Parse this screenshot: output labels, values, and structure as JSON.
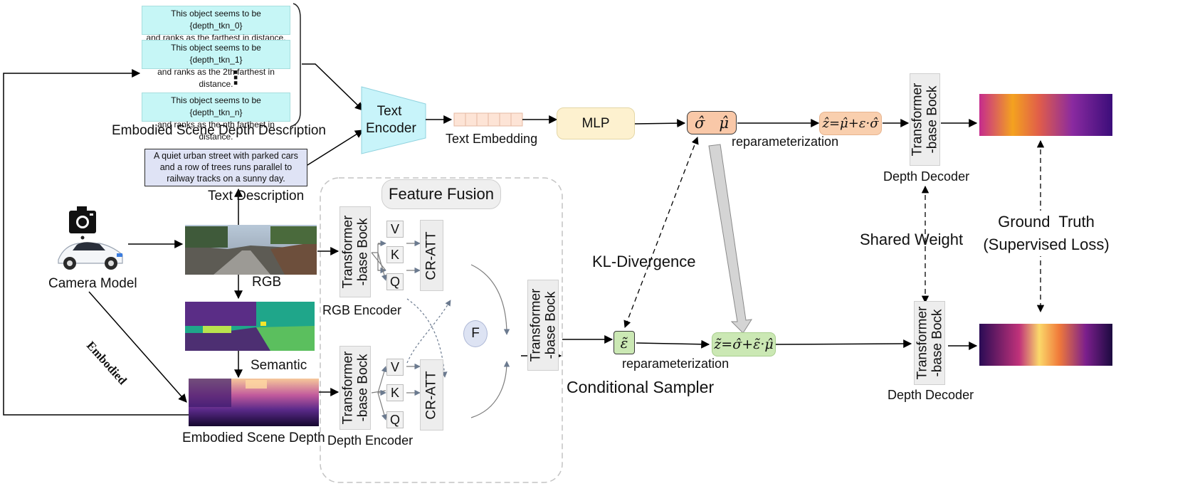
{
  "depth_descriptions": [
    {
      "line1": "This object seems to be {depth_tkn_0}",
      "line2": "and ranks as the farthest in distance."
    },
    {
      "line1": "This object seems to be {depth_tkn_1}",
      "line2": "and ranks as the 2th farthest in distance."
    },
    {
      "line1": "This object seems to be {depth_tkn_n}",
      "line2": "and ranks as the nth farthest in distance."
    }
  ],
  "ellipsis": "⋮",
  "labels": {
    "embodied_scene_depth_description": "Embodied Scene Depth Description",
    "text_description": "Text Description",
    "text_encoder_1": "Text",
    "text_encoder_2": "Encoder",
    "text_embedding": "Text Embedding",
    "mlp": "MLP",
    "reparam_top": "reparameterization",
    "reparam_bottom": "reparameterization",
    "depth_decoder_top": "Depth Decoder",
    "depth_decoder_bottom": "Depth Decoder",
    "shared_weight": "Shared Weight",
    "ground_truth_1": "Ground  Truth",
    "ground_truth_2": "(Supervised Loss)",
    "camera_model": "Camera Model",
    "rgb": "RGB",
    "semantic": "Semantic",
    "embodied_scene_depth": "Embodied Scene Depth",
    "embodied": "Embodied",
    "feature_fusion": "Feature Fusion",
    "rgb_encoder": "RGB Encoder",
    "depth_encoder": "Depth Encoder",
    "kl_divergence": "KL-Divergence",
    "conditional_sampler": "Conditional Sampler",
    "transformer_1": "Transformer",
    "transformer_2": "-base Bock",
    "cr_att": "CR-ATT",
    "v": "V",
    "k": "K",
    "q": "Q",
    "f": "F"
  },
  "scene_description": "A quiet urban street with parked cars and a row of trees runs parallel to railway tracks on a sunny day.",
  "math": {
    "sigma_hat": "σ̂",
    "mu_hat": "μ̂",
    "z_top": "ẑ=μ̂+ε·σ̂",
    "eps_tilde": "ε̃",
    "z_bottom": "z̃=σ̂+ε̃·μ̂"
  },
  "colors": {
    "desc_bg": "#c6f6f6",
    "text_encoder": "#c8f4fa",
    "mlp": "#fdf1cf",
    "sigma_mu": "#f9c8a8",
    "z_top": "#f9cfae",
    "sampler": "#cbe8b4",
    "z_bottom": "#cbe8b4",
    "scene_box": "#dfe3f5",
    "embedding_cell": "#fde4d6",
    "fuse_node": "#dde3f3"
  },
  "icons": [
    "camera-icon",
    "car-icon"
  ]
}
